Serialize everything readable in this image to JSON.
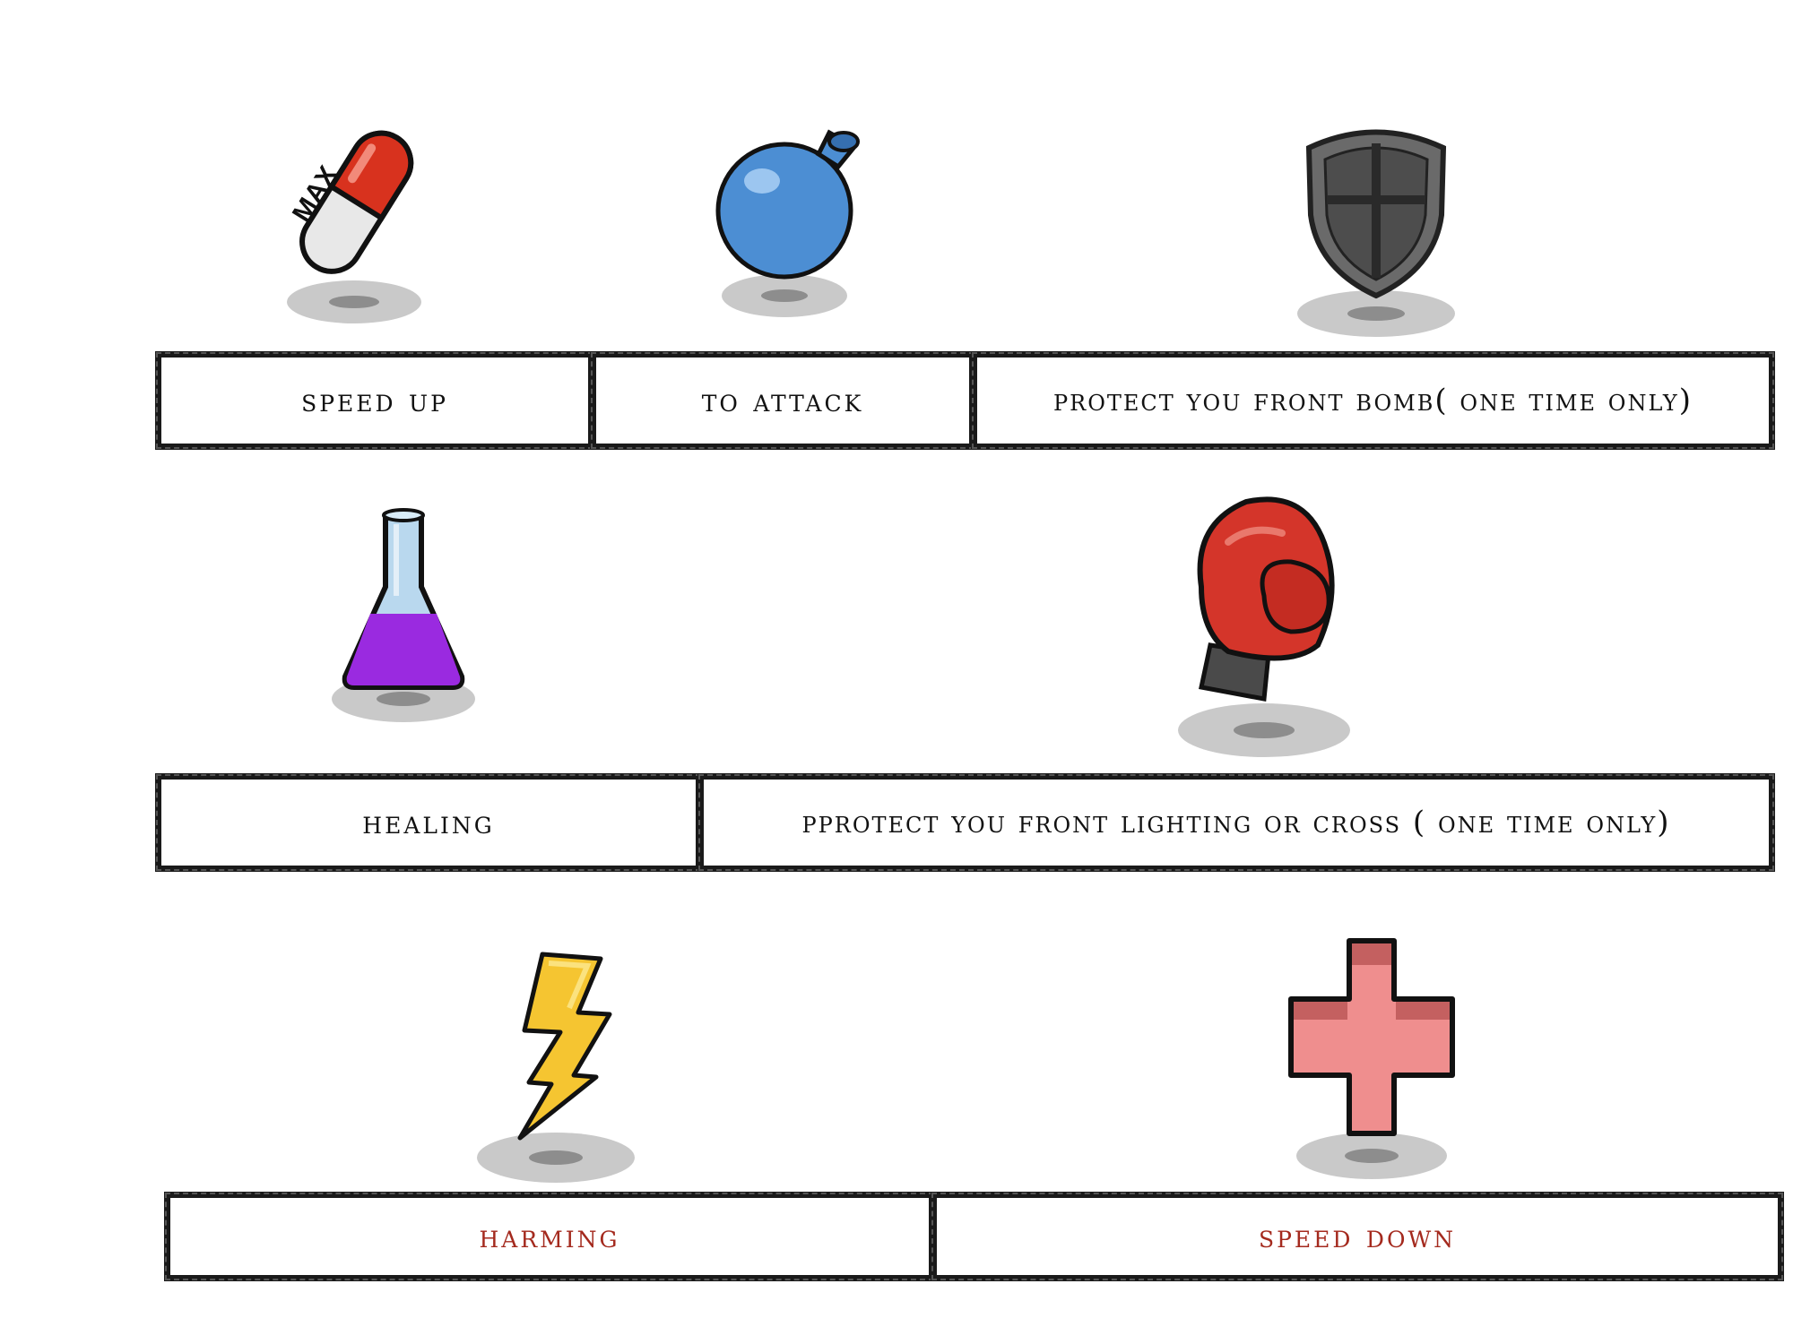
{
  "colors": {
    "border": "#1a1a1a",
    "text": "#111111",
    "negative_text": "#a42a1e"
  },
  "row1": [
    {
      "label": "SPEED UP",
      "icon": "pill-icon",
      "pill_text": "MAX"
    },
    {
      "label": "TO ATTACK",
      "icon": "bomb-icon"
    },
    {
      "label": "PROTECT YOU FRONT BOMB( ONE TIME ONLY)",
      "icon": "shield-icon"
    }
  ],
  "row2": [
    {
      "label": "HEALING",
      "icon": "flask-icon"
    },
    {
      "label": "PPROTECT YOU FRONT LIGHTING OR CROSS ( ONE TIME ONLY)",
      "icon": "boxing-glove-icon"
    }
  ],
  "row3": [
    {
      "label": "HARMING",
      "icon": "lightning-icon"
    },
    {
      "label": "SPEED DOWN",
      "icon": "cross-icon"
    }
  ]
}
